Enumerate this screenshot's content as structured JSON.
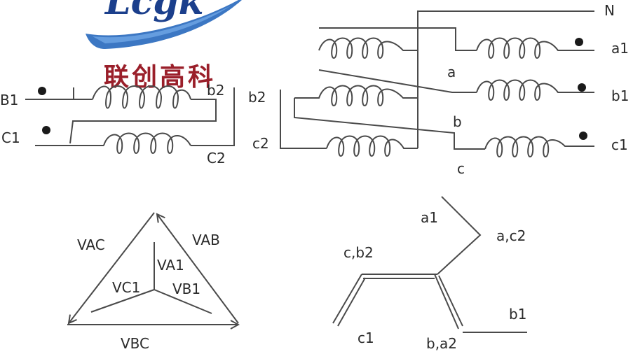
{
  "logo": {
    "wordmark": "Lcgk",
    "chinese": "联创高科"
  },
  "colors": {
    "logo_blue": "#1a5fb8",
    "logo_dark": "#1b3f8c",
    "logo_red": "#9a1f2a",
    "line": "#4a4a4a"
  },
  "transformer_left": {
    "terminal_b1": "B1",
    "terminal_b2": "b2",
    "terminal_c1": "C1",
    "terminal_c2": "C2"
  },
  "transformer_right": {
    "neutral": "N",
    "terminal_a1": "a1",
    "terminal_b1": "b1",
    "terminal_c1": "c1",
    "terminal_b2": "b2",
    "terminal_c2": "c2",
    "node_a": "a",
    "node_b": "b",
    "node_c": "c"
  },
  "vector_delta": {
    "vac": "VAC",
    "vab": "VAB",
    "vbc": "VBC",
    "va1": "VA1",
    "vb1": "VB1",
    "vc1": "VC1"
  },
  "vector_zigzag": {
    "a1": "a1",
    "a_c2": "a,c2",
    "c_b2": "c,b2",
    "c1": "c1",
    "b_a2": "b,a2",
    "b1": "b1"
  }
}
